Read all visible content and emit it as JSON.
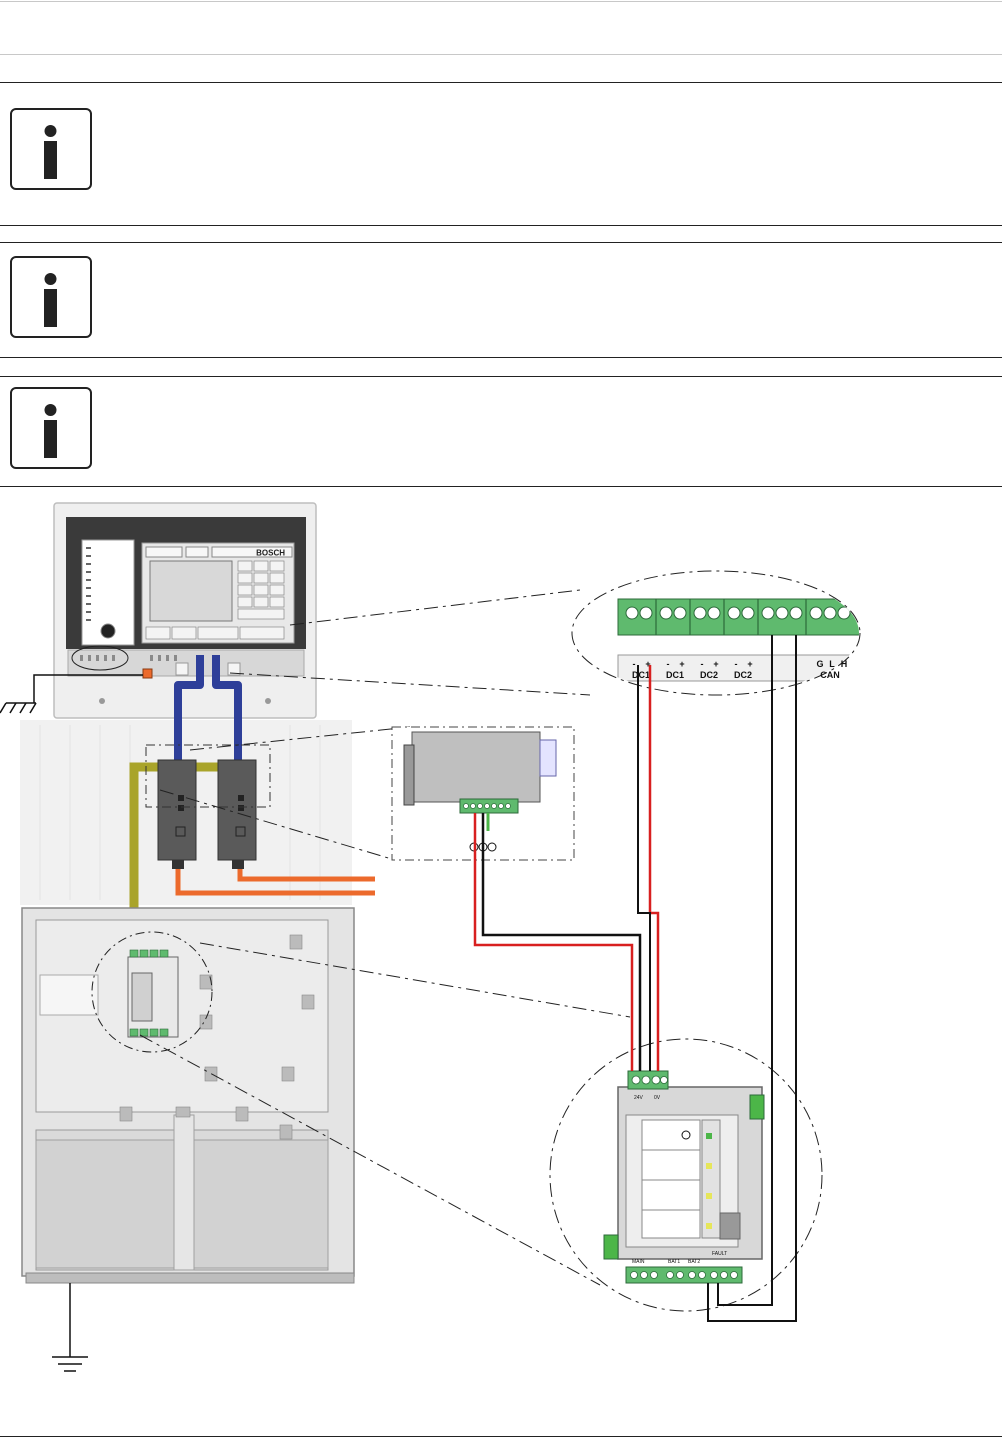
{
  "header": {
    "title": ""
  },
  "notices": [
    {
      "icon": "info-icon",
      "text": ""
    },
    {
      "icon": "info-icon",
      "text": ""
    },
    {
      "icon": "info-icon",
      "text": ""
    }
  ],
  "diagram": {
    "brand": "BOSCH",
    "terminals_top": [
      "DC1",
      "DC1",
      "DC2",
      "DC2",
      "CAN"
    ],
    "terminal_signs": [
      "-",
      "+",
      "-",
      "+",
      "-",
      "+",
      "-",
      "+"
    ],
    "can_labels": [
      "G",
      "L",
      "H"
    ],
    "psu_module_labels": [
      "24V",
      "0V",
      "MAIN",
      "BAT1",
      "BAT2",
      "FAULT"
    ],
    "colors": {
      "blue_cable": "#2e3f99",
      "olive_cable": "#a9a42a",
      "orange_cable": "#ec6a2c",
      "red_wire": "#d82020",
      "black_wire": "#111111",
      "terminal_green": "#5fba6e"
    }
  }
}
